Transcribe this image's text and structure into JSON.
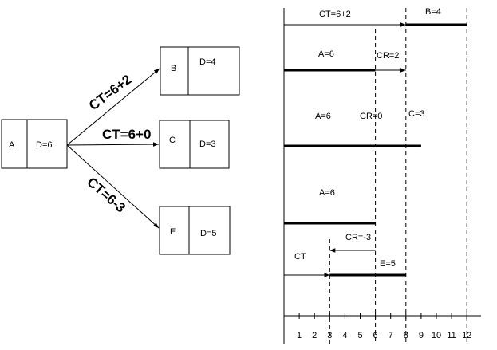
{
  "network": {
    "node_a": {
      "name": "A",
      "duration": "D=6"
    },
    "node_b": {
      "name": "B",
      "duration": "D=4"
    },
    "node_c": {
      "name": "C",
      "duration": "D=3"
    },
    "node_e": {
      "name": "E",
      "duration": "D=5"
    },
    "edge_ab": "CT=6+2",
    "edge_ac": "CT=6+0",
    "edge_ae": "CT=6-3"
  },
  "timeline": {
    "ticks": [
      "1",
      "2",
      "3",
      "4",
      "5",
      "6",
      "7",
      "8",
      "9",
      "10",
      "11",
      "12"
    ],
    "row1": {
      "ct_label": "CT=6+2",
      "b_label": "B=4",
      "ct_from": 0,
      "ct_to": 8,
      "b_from": 8,
      "b_to": 12
    },
    "row2": {
      "a_label": "A=6",
      "cr_label": "CR=2",
      "a_from": 0,
      "a_to": 6,
      "cr_to": 8
    },
    "row3": {
      "a_label": "A=6",
      "cr_label": "CR=0",
      "c_label": "C=3",
      "bar_from": 0,
      "bar_to": 9
    },
    "row4": {
      "a_label": "A=6",
      "a_from": 0,
      "a_to": 6
    },
    "row5": {
      "cr_label": "CR=-3",
      "ct_label": "CT",
      "e_label": "E=5",
      "cr_from": 6,
      "cr_to": 3,
      "ct_to": 3,
      "e_from": 3,
      "e_to": 8
    },
    "dashed_at": [
      3,
      6,
      8,
      12
    ]
  }
}
